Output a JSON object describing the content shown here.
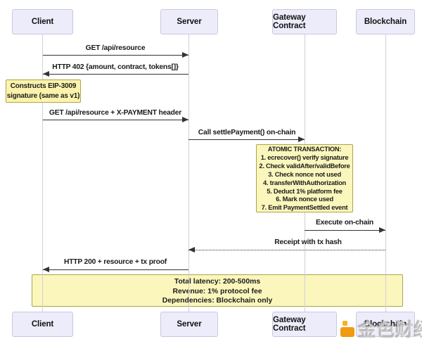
{
  "diagram": {
    "type": "sequence-diagram",
    "participants": [
      {
        "label": "Client"
      },
      {
        "label": "Server"
      },
      {
        "label": "Gateway Contract"
      },
      {
        "label": "Blockchain"
      }
    ],
    "messages": [
      {
        "label": "GET /api/resource",
        "from": "Client",
        "to": "Server",
        "style": "solid"
      },
      {
        "label": "HTTP 402 {amount, contract, tokens[]}",
        "from": "Server",
        "to": "Client",
        "style": "solid"
      },
      {
        "label": "GET /api/resource + X-PAYMENT header",
        "from": "Client",
        "to": "Server",
        "style": "solid"
      },
      {
        "label": "Call settlePayment() on-chain",
        "from": "Server",
        "to": "Gateway Contract",
        "style": "solid"
      },
      {
        "label": "Execute on-chain",
        "from": "Gateway Contract",
        "to": "Blockchain",
        "style": "solid"
      },
      {
        "label": "Receipt with tx hash",
        "from": "Blockchain",
        "to": "Server",
        "style": "dashed"
      },
      {
        "label": "HTTP 200 + resource + tx proof",
        "from": "Server",
        "to": "Client",
        "style": "solid"
      }
    ],
    "notes": [
      {
        "name": "eip3009-note",
        "lines": [
          "Constructs EIP-3009",
          "signature (same as v1)"
        ]
      },
      {
        "name": "atomic-transaction-note",
        "lines": [
          "ATOMIC TRANSACTION:",
          "1. ecrecover() verify signature",
          "2. Check validAfter/validBefore",
          "3. Check nonce not used",
          "4. transferWithAuthorization",
          "5. Deduct 1% platform fee",
          "6. Mark nonce used",
          "7. Emit PaymentSettled event"
        ]
      },
      {
        "name": "summary-note",
        "lines": [
          "Total latency: 200-500ms",
          "Revenue: 1% protocol fee",
          "Dependencies: Blockchain only"
        ]
      }
    ]
  },
  "watermark": {
    "text": "金色财经"
  },
  "colors": {
    "participant_fill": "#ECECFA",
    "participant_border": "#C9C9DE",
    "note_fill": "#FBF5B5",
    "note_border": "#ABA545",
    "line": "#333333",
    "watermark_orange": "#F09B12"
  }
}
